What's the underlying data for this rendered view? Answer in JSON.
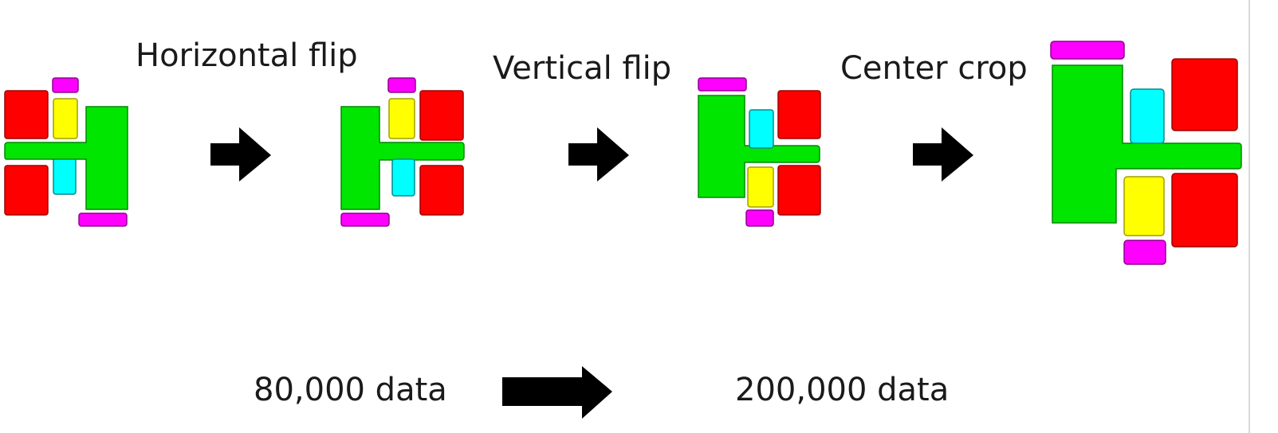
{
  "labels": {
    "horizontal_flip": "Horizontal flip",
    "vertical_flip": "Vertical flip",
    "center_crop": "Center crop",
    "data_before": "80,000 data",
    "data_after": "200,000 data"
  },
  "colors": {
    "red": "#ff0000",
    "green": "#00e600",
    "yellow": "#ffff00",
    "cyan": "#00ffff",
    "magenta": "#ff00ff",
    "arrow": "#000000"
  },
  "icons": [
    "right-arrow-icon"
  ]
}
